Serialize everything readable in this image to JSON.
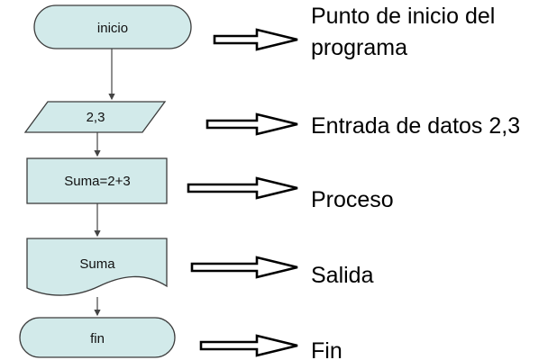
{
  "colors": {
    "shape_fill": "#d2eaea",
    "shape_stroke": "#3c3c3c",
    "connector": "#444444",
    "arrow_stroke": "#000000",
    "text": "#000000"
  },
  "nodes": {
    "start": {
      "shape": "terminator",
      "label": "inicio"
    },
    "input": {
      "shape": "parallelogram",
      "label": "2,3"
    },
    "process": {
      "shape": "rectangle",
      "label": "Suma=2+3"
    },
    "output": {
      "shape": "document",
      "label": "Suma"
    },
    "end": {
      "shape": "terminator",
      "label": "fin"
    }
  },
  "descriptions": {
    "start": {
      "line1": "Punto de inicio del",
      "line2": "programa"
    },
    "input": "Entrada de datos 2,3",
    "process": "Proceso",
    "output": "Salida",
    "end": "Fin"
  }
}
